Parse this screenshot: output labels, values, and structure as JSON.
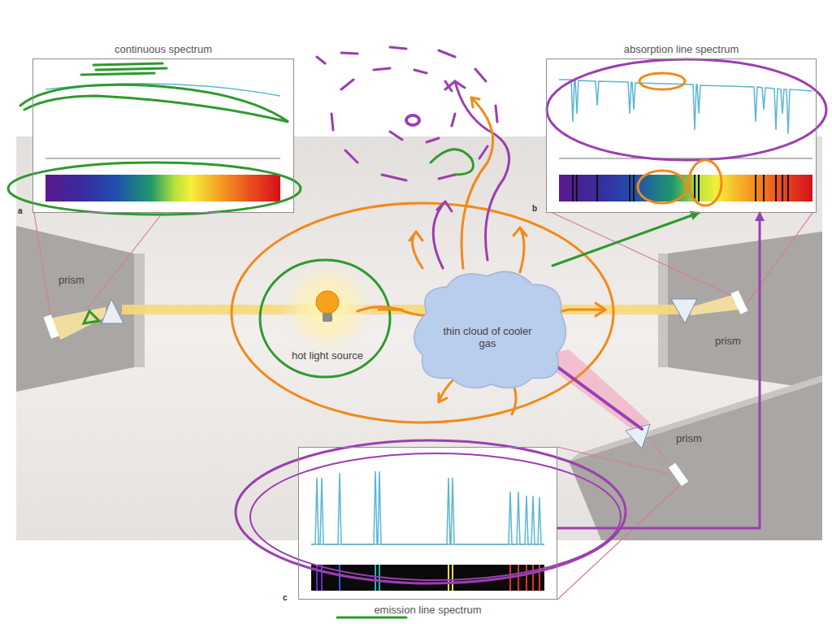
{
  "diagram": {
    "nodes": [
      {
        "text": [
          "continuous spectrum"
        ]
      },
      {
        "text": [
          "absorption line spectrum"
        ]
      },
      {
        "text": [
          "emission line spectrum"
        ]
      },
      {
        "text": [
          "hot light source"
        ]
      },
      {
        "text": [
          "thin cloud of cooler gas"
        ]
      }
    ],
    "edges": [
      {
        "from": 3,
        "to": 4,
        "arrow": "none"
      },
      {
        "from": 4,
        "to": 1,
        "arrow": "to"
      },
      {
        "from": 2,
        "to": 1,
        "arrow": "to"
      }
    ],
    "labels": [
      "prism",
      "prism",
      "prism",
      "a",
      "b",
      "c"
    ]
  }
}
